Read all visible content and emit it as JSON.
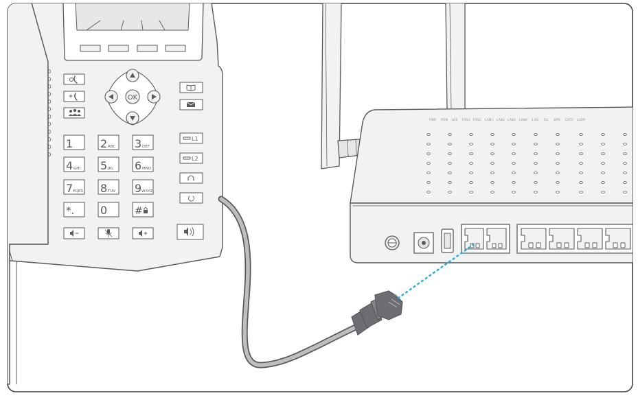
{
  "colors": {
    "outline": "#58595b",
    "device_fill": "#f1f2f2",
    "device_fill_dark": "#e6e7e8",
    "cable": "#6d6e71",
    "cable_core": "#bcbec0",
    "connection_dash": "#27a9e1",
    "frame_border": "#414042"
  },
  "phone": {
    "keys": {
      "k1": "1",
      "k2": "2",
      "k2s": "ABC",
      "k3": "3",
      "k3s": "DEF",
      "k4": "4",
      "k4s": "GHI",
      "k5": "5",
      "k5s": "JKL",
      "k6": "6",
      "k6s": "MNO",
      "k7": "7",
      "k7s": "PQRS",
      "k8": "8",
      "k8s": "TUV",
      "k9": "9",
      "k9s": "WXYZ",
      "kstar": "*.",
      "k0": "0",
      "khash": "#"
    },
    "nav_ok": "OK",
    "line_keys": [
      "L1",
      "L2"
    ],
    "icons": {
      "redial": "redial-icon",
      "transfer": "transfer-icon",
      "conference": "conference-icon",
      "directory": "directory-icon",
      "message": "message-icon",
      "headset": "headset-icon",
      "hold": "hold-icon",
      "volume_down": "volume-down-icon",
      "mute": "mute-icon",
      "volume_up": "volume-up-icon",
      "speaker": "speaker-icon",
      "lock": "lock-icon"
    }
  },
  "router": {
    "led_labels": [
      "PWR",
      "PON",
      "LOS",
      "FXS1",
      "FXS2",
      "LAN1",
      "LAN2",
      "LAN3",
      "LAN4",
      "2.4G",
      "5G",
      "WPS",
      "CATV",
      "LOOP"
    ]
  }
}
